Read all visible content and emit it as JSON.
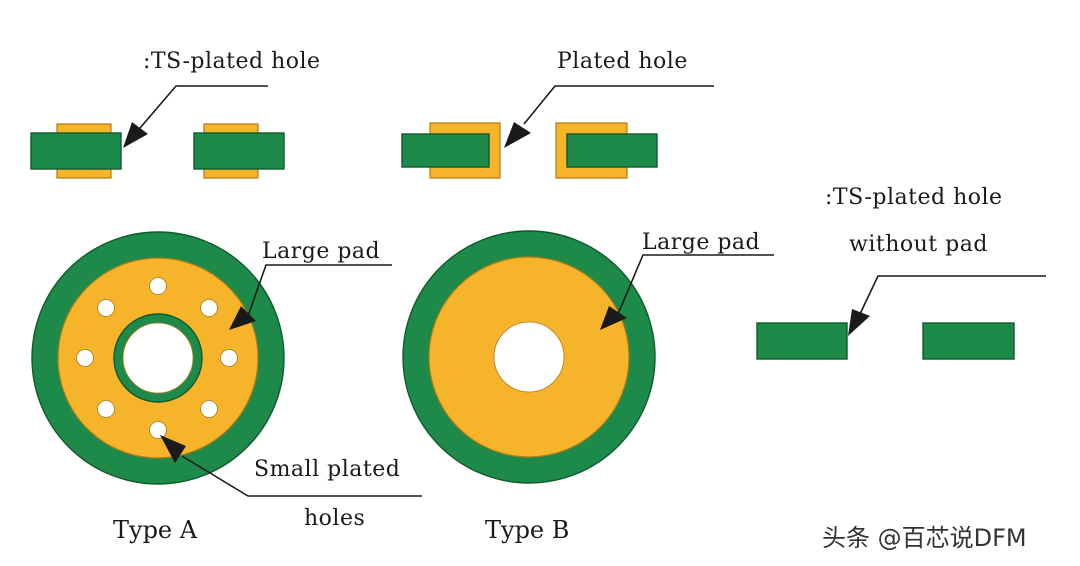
{
  "colors": {
    "board_green": "#1e8a4a",
    "copper_yellow": "#f5b42a",
    "board_outline": "#0d5b2c",
    "copper_outline": "#b07a14",
    "hole_white": "#ffffff",
    "leader_line": "#1a1a1a"
  },
  "labels": {
    "ts_plated_hole": ":TS-plated hole",
    "plated_hole": "Plated hole",
    "ts_plated_hole_no_pad_line1": ":TS-plated hole",
    "ts_plated_hole_no_pad_line2": "without pad",
    "large_pad_a": "Large pad",
    "large_pad_b": "Large pad",
    "small_plated_line1": "Small plated",
    "small_plated_line2": "holes",
    "type_a": "Type A",
    "type_b": "Type B"
  },
  "watermark": {
    "text": "头条 @百芯说DFM"
  }
}
